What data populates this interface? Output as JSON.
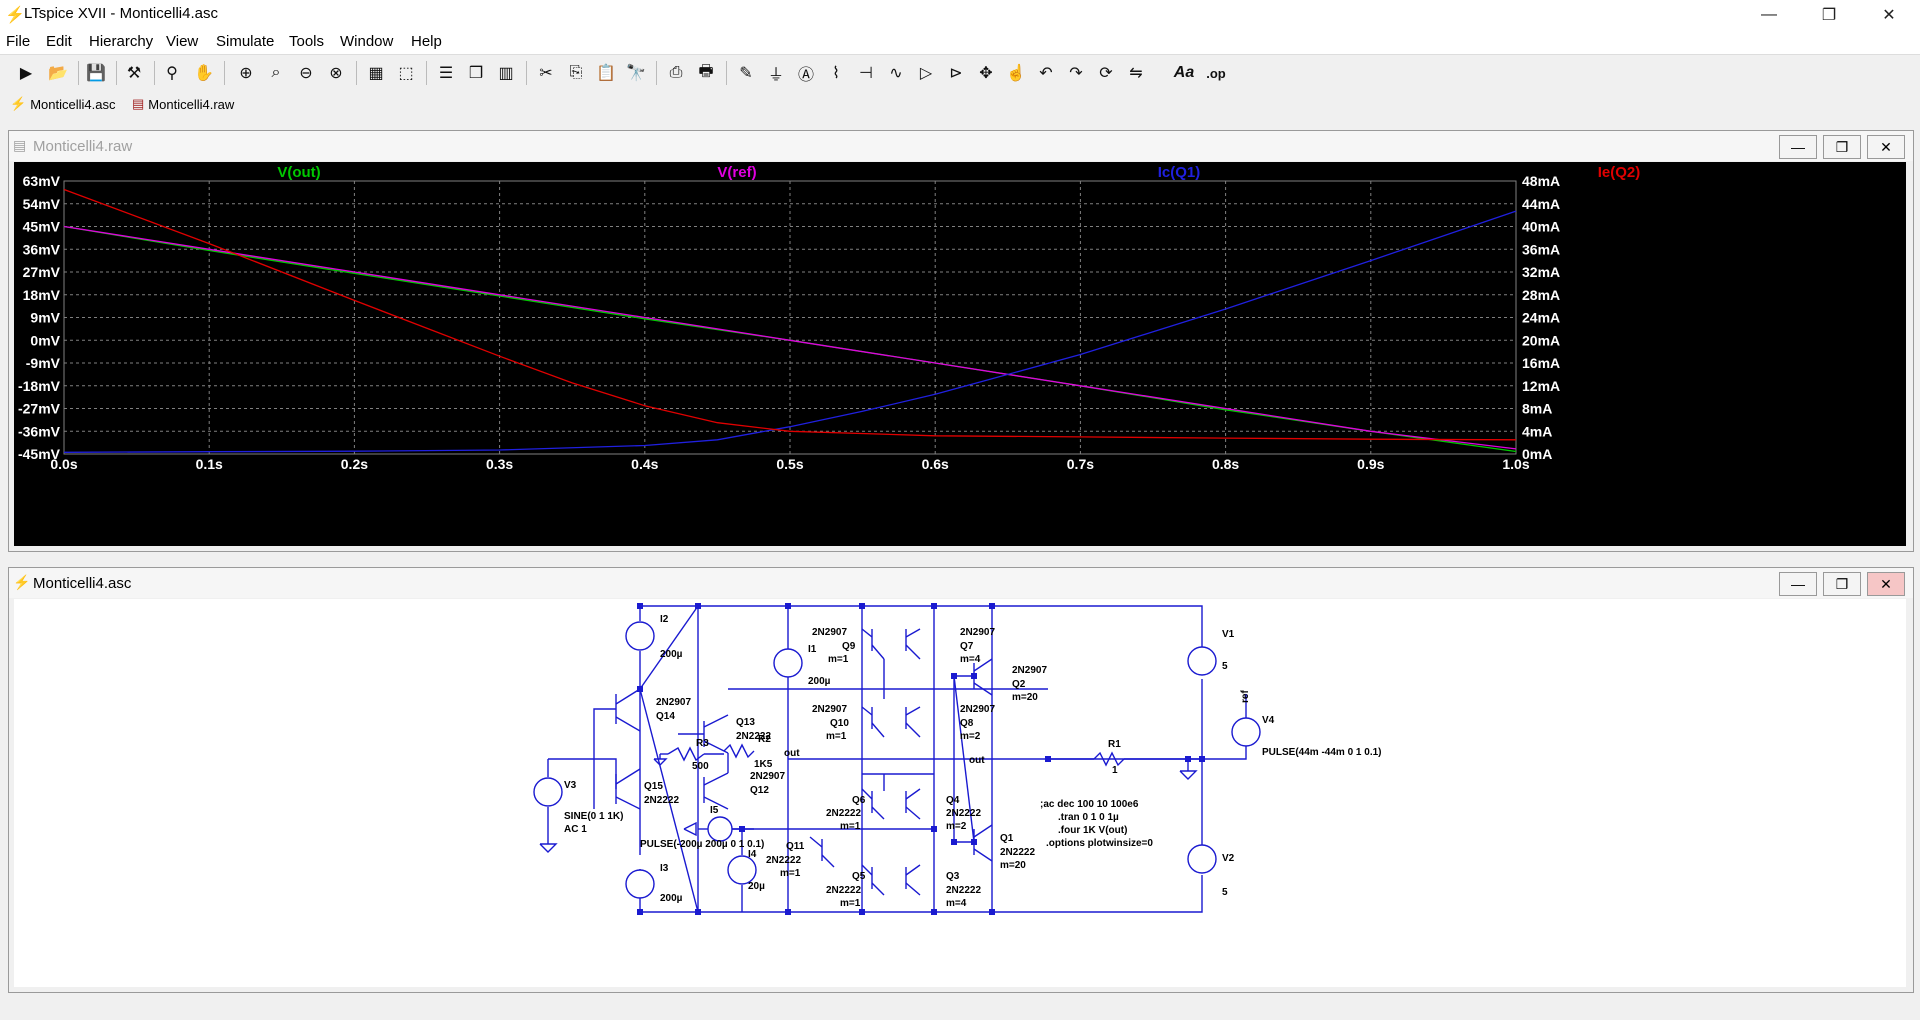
{
  "app": {
    "title": "LTspice XVII - Monticelli4.asc",
    "menu": [
      "File",
      "Edit",
      "Hierarchy",
      "View",
      "Simulate",
      "Tools",
      "Window",
      "Help"
    ],
    "tabs": [
      "Monticelli4.asc",
      "Monticelli4.raw"
    ]
  },
  "toolbar_icons": [
    "run-icon",
    "open-icon",
    "save-icon",
    "hammer-icon",
    "probe-icon",
    "pan-icon",
    "zoom-in-icon",
    "zoom-area-icon",
    "zoom-out-icon",
    "zoom-fit-icon",
    "plot-icon",
    "autorange-icon",
    "tile-h-icon",
    "cascade-icon",
    "tile-v-icon",
    "cut-icon",
    "copy-icon",
    "paste-icon",
    "find-icon",
    "print-icon",
    "print-setup-icon",
    "pencil-icon",
    "ground-icon",
    "label-icon",
    "resistor-icon",
    "capacitor-icon",
    "inductor-icon",
    "diode-icon",
    "component-icon",
    "move-icon",
    "drag-icon",
    "undo-icon",
    "redo-icon",
    "rotate-icon",
    "mirror-icon",
    "text-icon",
    "spice-directive-icon"
  ],
  "plot_window": {
    "title": "Monticelli4.raw",
    "traces": [
      {
        "name": "V(out)",
        "color": "#00c800"
      },
      {
        "name": "V(ref)",
        "color": "#e000e0"
      },
      {
        "name": "Ic(Q1)",
        "color": "#2020e0"
      },
      {
        "name": "Ie(Q2)",
        "color": "#e00000"
      }
    ]
  },
  "chart_data": {
    "type": "line",
    "x_ticks": [
      "0.0s",
      "0.1s",
      "0.2s",
      "0.3s",
      "0.4s",
      "0.5s",
      "0.6s",
      "0.7s",
      "0.8s",
      "0.9s",
      "1.0s"
    ],
    "y_left_ticks": [
      "63mV",
      "54mV",
      "45mV",
      "36mV",
      "27mV",
      "18mV",
      "9mV",
      "0mV",
      "-9mV",
      "-18mV",
      "-27mV",
      "-36mV",
      "-45mV"
    ],
    "y_right_ticks": [
      "48mA",
      "44mA",
      "40mA",
      "36mA",
      "32mA",
      "28mA",
      "24mA",
      "20mA",
      "16mA",
      "12mA",
      "8mA",
      "4mA",
      "0mA"
    ],
    "xlim": [
      0,
      1
    ],
    "ylim_left": [
      -45,
      63
    ],
    "ylim_right": [
      0,
      48
    ],
    "grid": true,
    "series": [
      {
        "name": "V(out)",
        "axis": "left",
        "x": [
          0,
          0.1,
          0.2,
          0.3,
          0.4,
          0.5,
          0.6,
          0.7,
          0.8,
          0.9,
          1.0
        ],
        "y": [
          45,
          35.5,
          26.5,
          17.5,
          8.5,
          0,
          -9,
          -18,
          -27.5,
          -36,
          -44
        ]
      },
      {
        "name": "V(ref)",
        "axis": "left",
        "x": [
          0,
          0.1,
          0.2,
          0.3,
          0.4,
          0.5,
          0.6,
          0.7,
          0.8,
          0.9,
          1.0
        ],
        "y": [
          45,
          36,
          27,
          18,
          9,
          0,
          -9,
          -18,
          -27,
          -36,
          -43
        ]
      },
      {
        "name": "Ic(Q1)",
        "axis": "right",
        "x": [
          0,
          0.1,
          0.2,
          0.3,
          0.4,
          0.45,
          0.5,
          0.55,
          0.6,
          0.7,
          0.8,
          0.9,
          1.0
        ],
        "y": [
          0.3,
          0.4,
          0.5,
          0.7,
          1.5,
          2.5,
          4.8,
          7.5,
          10.5,
          17.5,
          25.5,
          34,
          42.7
        ]
      },
      {
        "name": "Ie(Q2)",
        "axis": "right",
        "x": [
          0,
          0.1,
          0.2,
          0.3,
          0.35,
          0.4,
          0.45,
          0.5,
          0.6,
          0.7,
          0.8,
          0.9,
          1.0
        ],
        "y": [
          46.5,
          37,
          27,
          17.2,
          12.5,
          8.5,
          5.5,
          4,
          3.2,
          3,
          2.8,
          2.6,
          2.5
        ]
      }
    ]
  },
  "schematic_window": {
    "title": "Monticelli4.asc",
    "labels": {
      "I2": "I2",
      "I2v": "200µ",
      "I1": "I1",
      "I1v": "200µ",
      "I3": "I3",
      "I3v": "200µ",
      "I4": "I4",
      "I4v": "20µ",
      "I5": "I5",
      "I5v": "PULSE(-200µ 200µ 0 1 0.1)",
      "V1": "V1",
      "V1v": "5",
      "V2": "V2",
      "V2v": "5",
      "V3": "V3",
      "V3v": "SINE(0 1 1K)",
      "V3ac": "AC 1",
      "V4": "V4",
      "V4v": "PULSE(44m -44m 0 1 0.1)",
      "R1": "R1",
      "R1v": "1",
      "R2": "R2",
      "R2v": "1K5",
      "R3": "R3",
      "R3v": "500",
      "ref": "ref",
      "out1": "out",
      "out2": "out",
      "Q14": "Q14",
      "Q14m": "2N2907",
      "Q15": "Q15",
      "Q15m": "2N2222",
      "Q13": "Q13",
      "Q13m": "2N2222",
      "Q12": "Q12",
      "Q12m": "2N2907",
      "Q9": "Q9",
      "Q9m": "2N2907",
      "Q9n": "m=1",
      "Q7": "Q7",
      "Q7m": "2N2907",
      "Q7n": "m=4",
      "Q2": "Q2",
      "Q2m": "2N2907",
      "Q2n": "m=20",
      "Q10": "Q10",
      "Q10m": "2N2907",
      "Q10n": "m=1",
      "Q8": "Q8",
      "Q8m": "2N2907",
      "Q8n": "m=2",
      "Q6": "Q6",
      "Q6m": "2N2222",
      "Q6n": "m=1",
      "Q4": "Q4",
      "Q4m": "2N2222",
      "Q4n": "m=2",
      "Q11": "Q11",
      "Q11m": "2N2222",
      "Q11n": "m=1",
      "Q5": "Q5",
      "Q5m": "2N2222",
      "Q5n": "m=1",
      "Q3": "Q3",
      "Q3m": "2N2222",
      "Q3n": "m=4",
      "Q1": "Q1",
      "Q1m": "2N2222",
      "Q1n": "m=20"
    },
    "directives": [
      ";ac dec 100 10 100e6",
      ".tran 0 1 0 1µ",
      ".four 1K V(out)",
      ".options plotwinsize=0"
    ]
  }
}
